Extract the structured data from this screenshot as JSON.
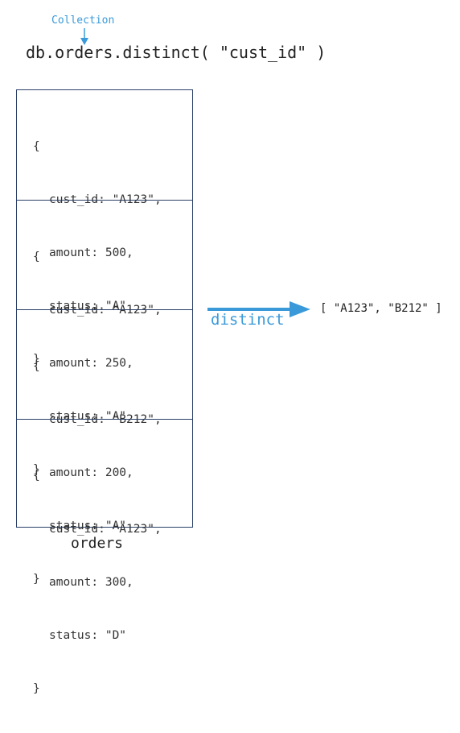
{
  "annotation": {
    "label": "Collection"
  },
  "command": "db.orders.distinct( \"cust_id\" )",
  "documents": [
    {
      "open": "{",
      "fields": [
        "cust_id: \"A123\",",
        "amount: 500,",
        "status: \"A\""
      ],
      "close": "}"
    },
    {
      "open": "{",
      "fields": [
        "cust_id: \"A123\",",
        "amount: 250,",
        "status: \"A\""
      ],
      "close": "}"
    },
    {
      "open": "{",
      "fields": [
        "cust_id: \"B212\",",
        "amount: 200,",
        "status: \"A\""
      ],
      "close": "}"
    },
    {
      "open": "{",
      "fields": [
        "cust_id: \"A123\",",
        "amount: 300,",
        "status: \"D\""
      ],
      "close": "}"
    }
  ],
  "collection_name": "orders",
  "operation": {
    "label": "distinct"
  },
  "result": "[ \"A123\", \"B212\" ]",
  "colors": {
    "accent": "#3a9ad9",
    "border": "#2a3f66",
    "text": "#222222"
  }
}
